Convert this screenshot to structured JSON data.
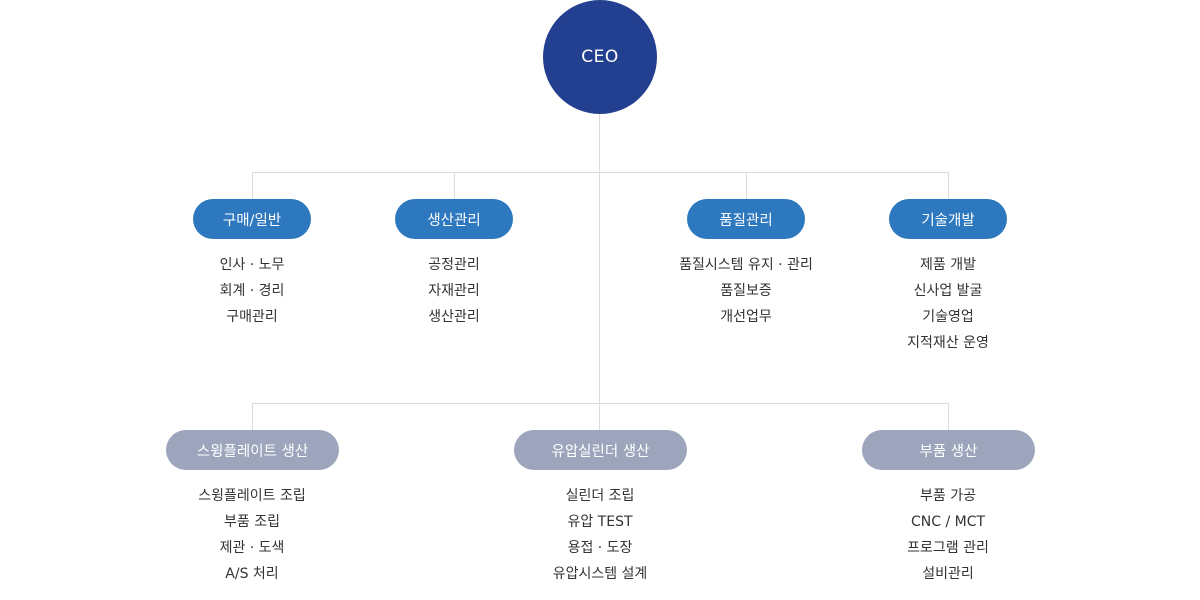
{
  "ceo": {
    "label": "CEO"
  },
  "departments": [
    {
      "name": "구매/일반",
      "items": [
        "인사 · 노무",
        "회계 · 경리",
        "구매관리"
      ]
    },
    {
      "name": "생산관리",
      "items": [
        "공정관리",
        "자재관리",
        "생산관리"
      ]
    },
    {
      "name": "품질관리",
      "items": [
        "품질시스템 유지 · 관리",
        "품질보증",
        "개선업무"
      ]
    },
    {
      "name": "기술개발",
      "items": [
        "제품 개발",
        "신사업 발굴",
        "기술영업",
        "지적재산 운영"
      ]
    }
  ],
  "production": [
    {
      "name": "스윙플레이트 생산",
      "items": [
        "스윙플레이트 조립",
        "부품 조립",
        "제관 · 도색",
        "A/S 처리"
      ]
    },
    {
      "name": "유압실린더 생산",
      "items": [
        "실린더 조립",
        "유압 TEST",
        "용접 · 도장",
        "유압시스템 설계"
      ]
    },
    {
      "name": "부품 생산",
      "items": [
        "부품 가공",
        "CNC / MCT",
        "프로그램 관리",
        "설비관리"
      ]
    }
  ],
  "colors": {
    "ceo": "#233f8f",
    "department": "#2e78bf",
    "production": "#9ca5bb",
    "connector": "#dcdcdc",
    "text": "#333333"
  }
}
